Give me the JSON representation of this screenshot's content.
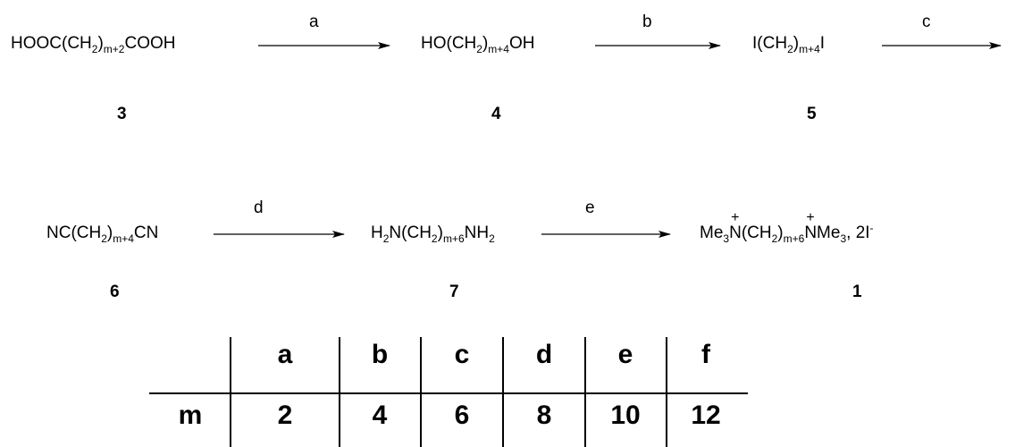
{
  "compounds": {
    "c3": {
      "a": "HOOC(CH",
      "s1": "2",
      "b": ")",
      "s2": "m+2",
      "c": "COOH",
      "number": "3"
    },
    "c4": {
      "a": "HO(CH",
      "s1": "2",
      "b": ")",
      "s2": "m+4",
      "c": "OH",
      "number": "4"
    },
    "c5": {
      "a": "I(CH",
      "s1": "2",
      "b": ")",
      "s2": "m+4",
      "c": "I",
      "number": "5"
    },
    "c6": {
      "a": "NC(CH",
      "s1": "2",
      "b": ")",
      "s2": "m+4",
      "c": "CN",
      "number": "6"
    },
    "c7": {
      "a": "H",
      "s0": "2",
      "a2": "N(CH",
      "s1": "2",
      "b": ")",
      "s2": "m+6",
      "c": "NH",
      "s3": "2",
      "number": "7"
    },
    "c1": {
      "a": "Me",
      "s0": "3",
      "n1": "N",
      "plus1": "+",
      "a2": "(CH",
      "s1": "2",
      "b": ")",
      "s2": "m+6",
      "n2": "N",
      "plus2": "+",
      "c": "Me",
      "s3": "3",
      "d": ", 2I",
      "sup": "-",
      "number": "1"
    }
  },
  "reagents": {
    "a": "a",
    "b": "b",
    "c": "c",
    "d": "d",
    "e": "e"
  },
  "table": {
    "row_label": "m",
    "headers": [
      "a",
      "b",
      "c",
      "d",
      "e",
      "f"
    ],
    "values": [
      "2",
      "4",
      "6",
      "8",
      "10",
      "12"
    ]
  }
}
